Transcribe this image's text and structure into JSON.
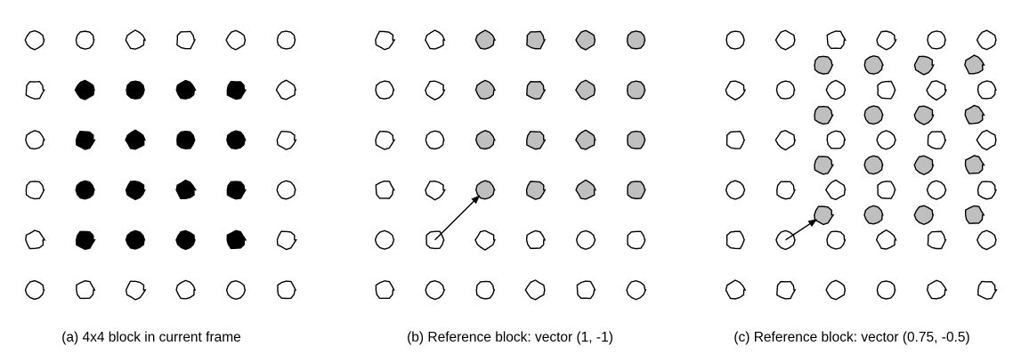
{
  "panels": [
    {
      "id": "a",
      "caption": "(a) 4x4 block in current frame",
      "block_style": "filled-black",
      "vector": null
    },
    {
      "id": "b",
      "caption": "(b) Reference block: vector (1, -1)",
      "block_style": "filled-gray",
      "vector": [
        1,
        -1
      ]
    },
    {
      "id": "c",
      "caption": "(c) Reference block: vector (0.75, -0.5)",
      "block_style": "filled-gray",
      "vector": [
        0.75,
        -0.5
      ]
    }
  ],
  "grid": {
    "rows": 6,
    "cols": 6
  },
  "block": {
    "size": 4,
    "origin_row": 1,
    "origin_col": 1
  },
  "colors": {
    "background": "#ffffff",
    "outline": "#000000",
    "empty_pixel": "#ffffff",
    "current_block": "#000000",
    "reference_block": "#bfbfbf"
  }
}
